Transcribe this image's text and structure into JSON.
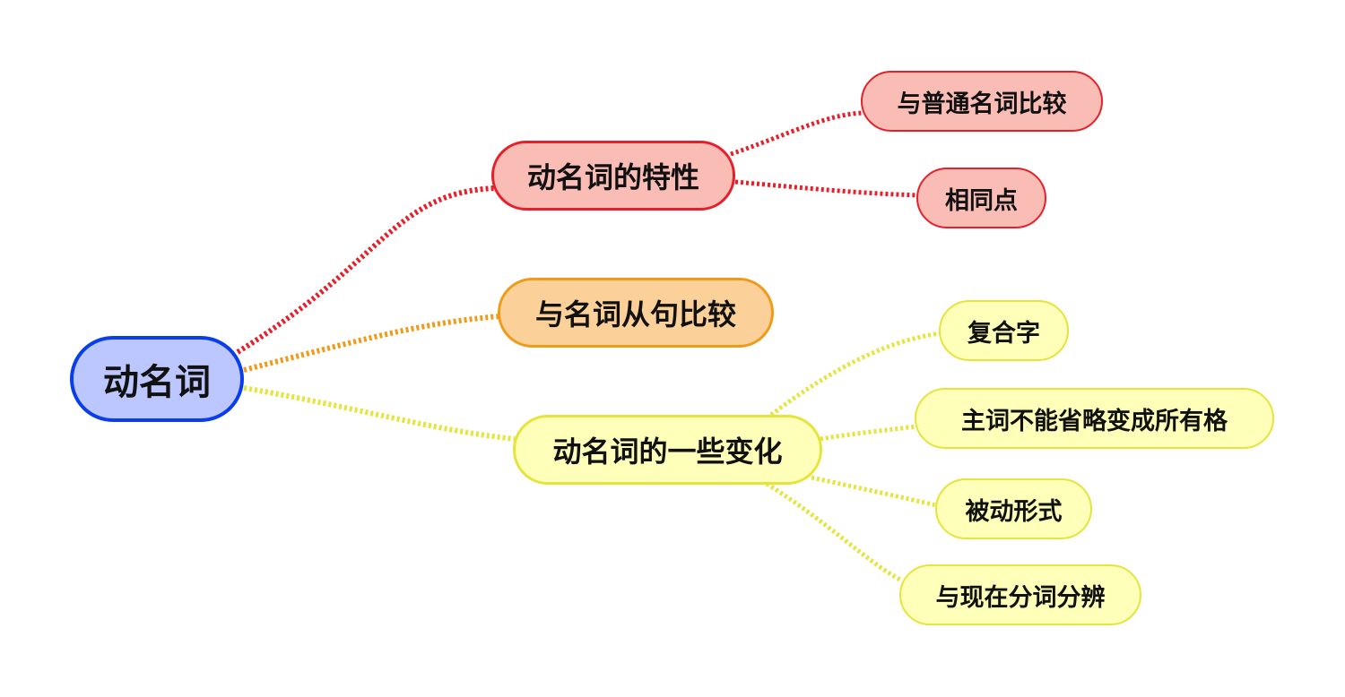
{
  "root": {
    "label": "动名词"
  },
  "branches": [
    {
      "label": "动名词的特性",
      "color": "#e6202a",
      "children": [
        {
          "label": "与普通名词比较"
        },
        {
          "label": "相同点"
        }
      ]
    },
    {
      "label": "与名词从句比较",
      "color": "#f09a1a",
      "children": []
    },
    {
      "label": "动名词的一些变化",
      "color": "#e6e43a",
      "children": [
        {
          "label": "复合字"
        },
        {
          "label": "主词不能省略变成所有格"
        },
        {
          "label": "被动形式"
        },
        {
          "label": "与现在分词分辨"
        }
      ]
    }
  ]
}
